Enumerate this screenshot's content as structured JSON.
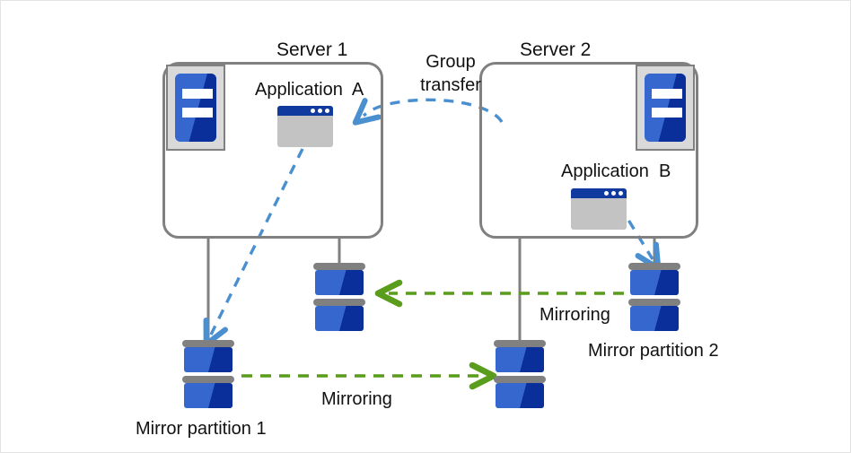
{
  "diagram": {
    "title_visible": false,
    "colors": {
      "server_border": "#808080",
      "disk_blue_light": "#3567cf",
      "disk_blue_dark": "#0a2f9b",
      "disk_platter_gray": "#808080",
      "app_window_body": "#c3c3c3",
      "app_window_titlebar": "#103a9e",
      "transfer_arrow_blue": "#4a8fd0",
      "mirroring_arrow_green": "#5a9c1b",
      "connector_gray": "#808080",
      "canvas_background": "#ffffff",
      "frame_border": "#e3e3e3",
      "text": "#111111"
    },
    "servers": [
      {
        "id": "server-1",
        "label": "Server 1",
        "app_label": "Application  A",
        "icon": "server-icon",
        "app_icon": "application-window-icon"
      },
      {
        "id": "server-2",
        "label": "Server 2",
        "app_label": "Application  B",
        "icon": "server-icon",
        "app_icon": "application-window-icon"
      }
    ],
    "partitions": [
      {
        "id": "mirror-partition-1",
        "label": "Mirror partition 1",
        "icon": "disk-stack-icon"
      },
      {
        "id": "mirror-partition-2",
        "label": "Mirror partition 2",
        "icon": "disk-stack-icon"
      },
      {
        "id": "disk-unlabeled-upper-middle",
        "label": "",
        "icon": "disk-stack-icon"
      },
      {
        "id": "disk-unlabeled-lower-middle",
        "label": "",
        "icon": "disk-stack-icon"
      }
    ],
    "arrows": {
      "group_transfer": {
        "label_line1": "Group",
        "label_line2": "transfer",
        "style": "dashed-curved",
        "color": "#4a8fd0",
        "direction": "server-2-to-server-1"
      },
      "mirroring_upper": {
        "label": "Mirroring",
        "style": "dashed-straight",
        "color": "#5a9c1b",
        "direction": "right-to-left"
      },
      "mirroring_lower": {
        "label": "Mirroring",
        "style": "dashed-straight",
        "color": "#5a9c1b",
        "direction": "left-to-right"
      },
      "app_a_to_partition_1": {
        "style": "dashed-straight",
        "color": "#4a8fd0",
        "direction": "application-a-to-mirror-partition-1"
      },
      "app_b_to_partition_2": {
        "style": "dashed-straight",
        "color": "#4a8fd0",
        "direction": "application-b-to-mirror-partition-2"
      }
    }
  }
}
